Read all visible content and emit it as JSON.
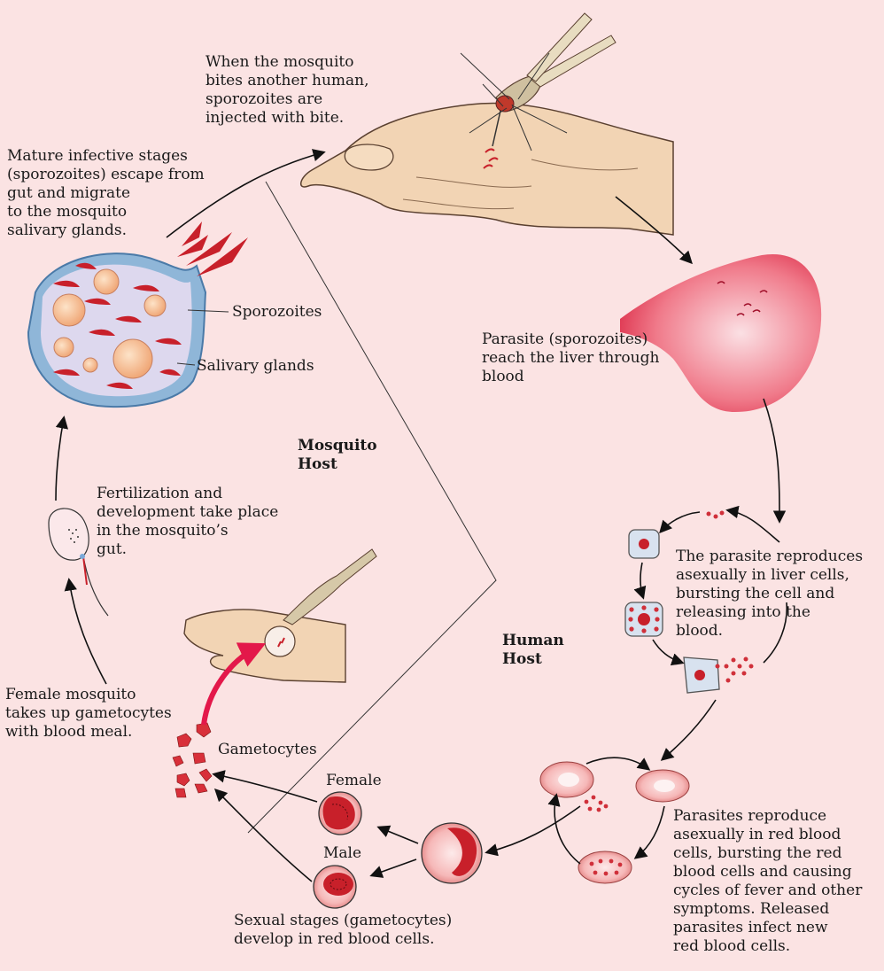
{
  "labels": {
    "mosquito_bites": "When the mosquito\nbites another human,\nsporozoites are\ninjected with bite.",
    "mature_stages": "Mature infective stages\n(sporozoites) escape from\ngut and migrate\nto the mosquito\nsalivary glands.",
    "sporozoites": "Sporozoites",
    "salivary_glands": "Salivary glands",
    "liver_reach": "Parasite (sporozoites)\nreach the liver through\nblood",
    "mosquito_host": "Mosquito\nHost",
    "fertilization": "Fertilization and\ndevelopment take place\nin the mosquito’s\ngut.",
    "liver_reproduce": "The parasite reproduces\nasexually in liver cells,\nbursting the cell and\nreleasing into the\nblood.",
    "human_host": "Human\nHost",
    "female_mosquito": "Female mosquito\ntakes up gametocytes\nwith blood meal.",
    "gametocytes": "Gametocytes",
    "female": "Female",
    "male": "Male",
    "rbc_reproduce": "Parasites reproduce\nasexually in red blood\ncells, bursting the red\nblood cells and causing\ncycles of fever and other\nsymptoms. Released\nparasites infect new\nred blood cells.",
    "sexual_stages": "Sexual stages (gametocytes)\ndevelop in red blood cells."
  },
  "colors": {
    "background": "#fbe3e3",
    "parasite_red": "#c8202a",
    "liver_red": "#e0324a",
    "gland_blue": "#8fb6d8",
    "skin": "#f0d2b0",
    "highlight_arrow": "#e3184a"
  }
}
